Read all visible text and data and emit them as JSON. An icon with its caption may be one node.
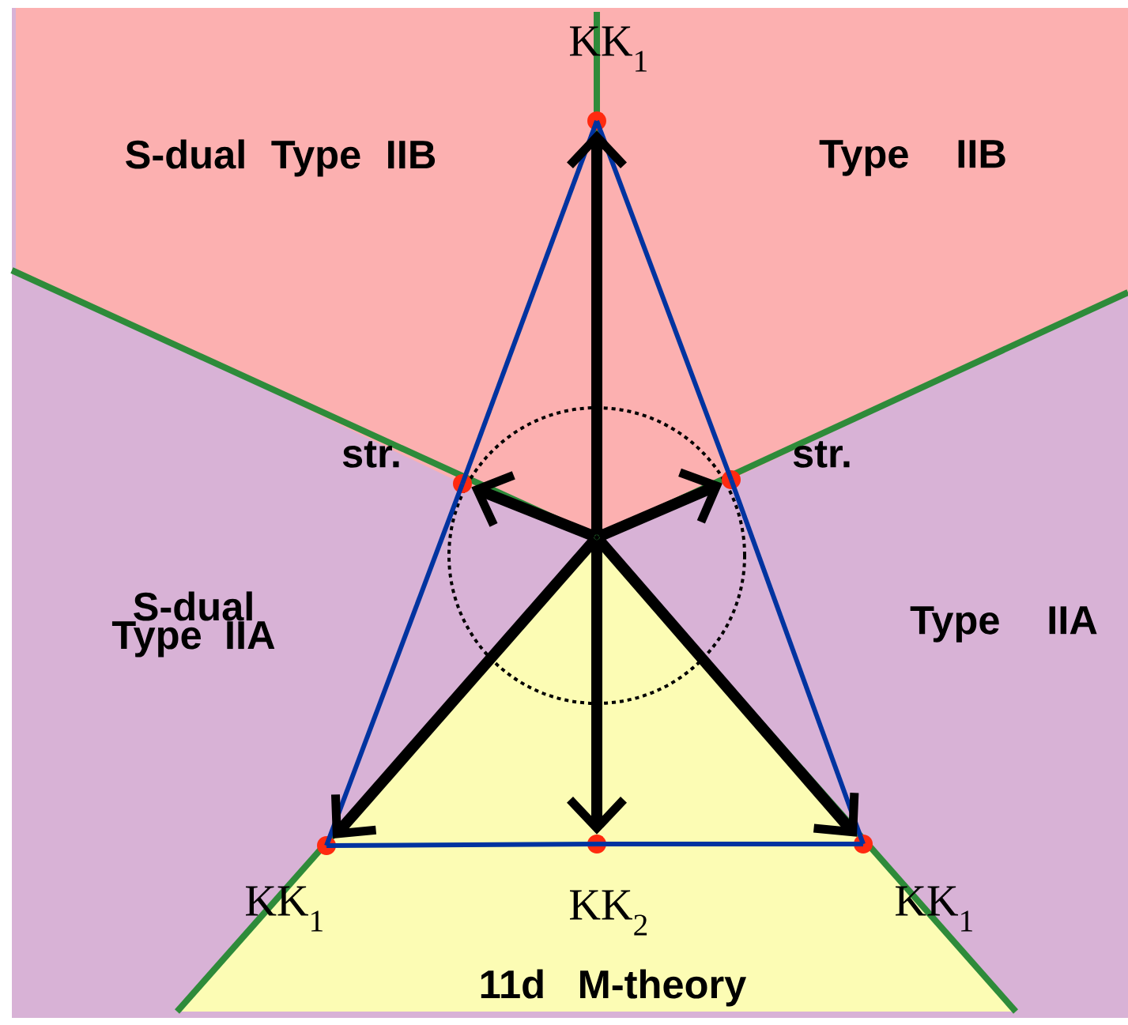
{
  "diagram": {
    "nodes": [
      {
        "text": [],
        "shape": "circle"
      },
      {
        "text": [],
        "shape": "circle",
        "beside": [
          "KK$_{1}$"
        ]
      },
      {
        "text": [],
        "shape": "circle",
        "beside": [
          "str."
        ]
      },
      {
        "text": [],
        "shape": "circle",
        "beside": [
          "str."
        ]
      },
      {
        "text": [],
        "shape": "circle",
        "beside": [
          "KK$_{1}$"
        ]
      },
      {
        "text": [],
        "shape": "circle",
        "beside": [
          "KK$_{2}$"
        ]
      },
      {
        "text": [],
        "shape": "circle",
        "beside": [
          "KK$_{1}$"
        ]
      }
    ],
    "edges": [
      {
        "from": 1,
        "to": 2,
        "arrow": "none",
        "color": "#0033a0"
      },
      {
        "from": 2,
        "to": 4,
        "arrow": "none",
        "color": "#0033a0"
      },
      {
        "from": 1,
        "to": 3,
        "arrow": "none",
        "color": "#0033a0"
      },
      {
        "from": 3,
        "to": 6,
        "arrow": "none",
        "color": "#0033a0"
      },
      {
        "from": 4,
        "to": 5,
        "arrow": "none",
        "color": "#0033a0"
      },
      {
        "from": 5,
        "to": 6,
        "arrow": "none",
        "color": "#0033a0"
      },
      {
        "from": 0,
        "to": 1,
        "arrow": "to",
        "style": "thick",
        "color": "#000000"
      },
      {
        "from": 0,
        "to": 2,
        "arrow": "to",
        "style": "thick",
        "color": "#000000"
      },
      {
        "from": 0,
        "to": 3,
        "arrow": "to",
        "style": "thick",
        "color": "#000000"
      },
      {
        "from": 0,
        "to": 4,
        "arrow": "to",
        "style": "thick",
        "color": "#000000"
      },
      {
        "from": 0,
        "to": 5,
        "arrow": "to",
        "style": "thick",
        "color": "#000000"
      },
      {
        "from": 0,
        "to": 6,
        "arrow": "to",
        "style": "thick",
        "color": "#000000"
      }
    ],
    "labels": [
      "S-dual Type IIB",
      "Type IIB",
      "S-dual Type IIA",
      "Type IIA",
      "11d M-theory"
    ]
  }
}
